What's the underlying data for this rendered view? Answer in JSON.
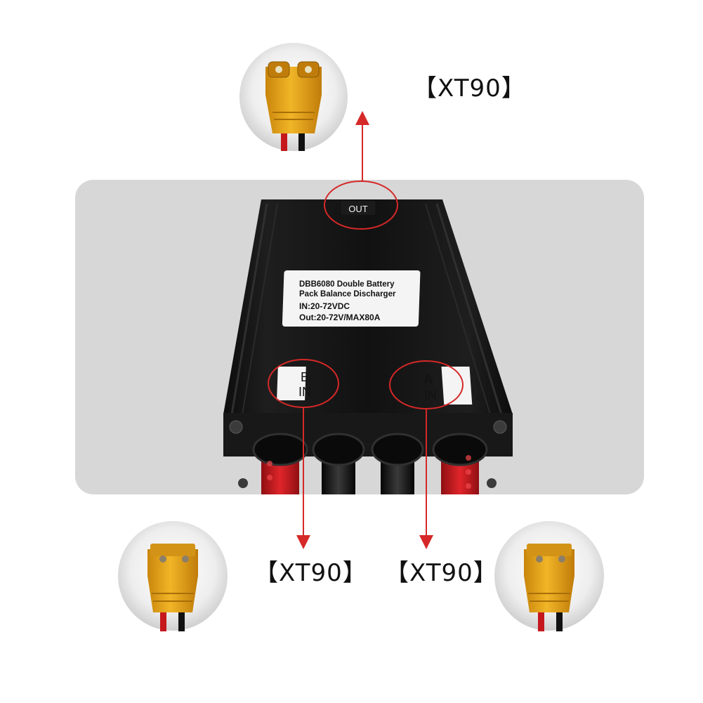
{
  "captions": {
    "out_connector": "【XT90】",
    "b_in_connector": "【XT90】",
    "a_in_connector": "【XT90】"
  },
  "device": {
    "out_label": "OUT",
    "b_port_letter": "B",
    "b_port_in": "IN",
    "a_port_letter": "A",
    "a_port_in": "IN",
    "sticker_line1": "DBB6080 Double Battery",
    "sticker_line2": "Pack Balance Discharger",
    "sticker_line3": "IN:20-72VDC",
    "sticker_line4": "Out:20-72V/MAX80A"
  },
  "colors": {
    "annotation_red": "#d62828",
    "connector_yellow": "#e8a417",
    "panel_gray": "#d6d6d6",
    "device_black": "#141414",
    "cable_red": "#c4181c"
  }
}
